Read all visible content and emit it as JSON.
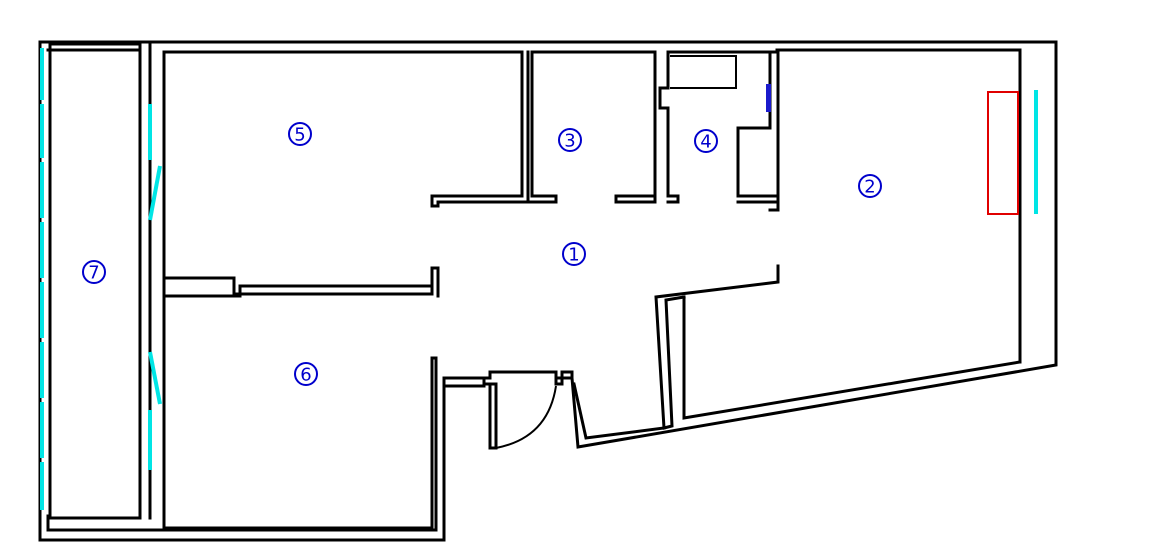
{
  "colors": {
    "wall": "#000000",
    "window": "#00e5e5",
    "room_label": "#0000cc",
    "radiator": "#e00000",
    "fixture": "#1a1acc"
  },
  "rooms": [
    {
      "label": "1"
    },
    {
      "label": "2"
    },
    {
      "label": "3"
    },
    {
      "label": "4"
    },
    {
      "label": "5"
    },
    {
      "label": "6"
    },
    {
      "label": "7"
    }
  ]
}
